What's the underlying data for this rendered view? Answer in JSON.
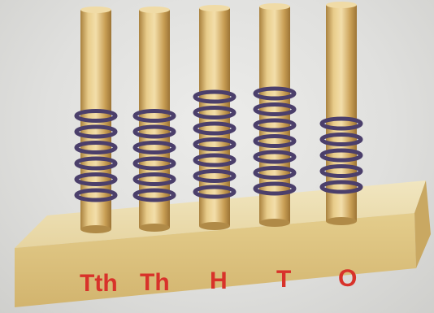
{
  "abacus": {
    "columns": [
      {
        "label": "Tth",
        "beads": 6
      },
      {
        "label": "Th",
        "beads": 6
      },
      {
        "label": "H",
        "beads": 7
      },
      {
        "label": "T",
        "beads": 7
      },
      {
        "label": "O",
        "beads": 5
      }
    ],
    "colors": {
      "rod": "#d9b56c",
      "bead": "#4b3f6b",
      "base": "#e3cf93",
      "label": "#d8322a"
    }
  }
}
